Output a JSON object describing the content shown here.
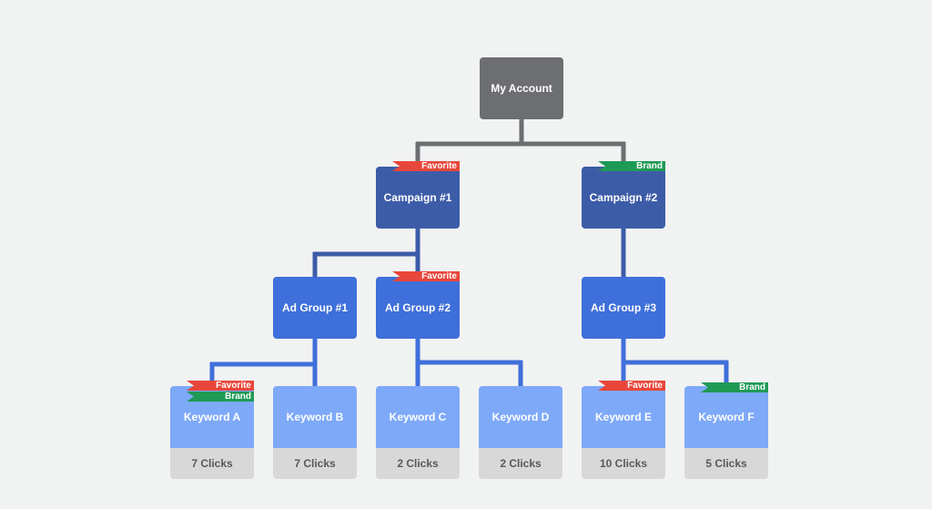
{
  "colors": {
    "background": "#f1f2f2",
    "account": "#6d6e71",
    "campaign": "#3d5ca8",
    "ad_group": "#3f6fda",
    "keyword": "#7ea9f8",
    "clicks_bg": "#d8d8d8",
    "favorite_tag": "#e8463a",
    "brand_tag": "#1e9a55"
  },
  "account": {
    "label": "My Account"
  },
  "campaigns": [
    {
      "label": "Campaign #1",
      "tags": [
        "Favorite"
      ]
    },
    {
      "label": "Campaign #2",
      "tags": [
        "Brand"
      ]
    }
  ],
  "ad_groups": [
    {
      "label": "Ad Group #1",
      "campaign": "Campaign #1",
      "tags": []
    },
    {
      "label": "Ad Group #2",
      "campaign": "Campaign #1",
      "tags": [
        "Favorite"
      ]
    },
    {
      "label": "Ad Group #3",
      "campaign": "Campaign #2",
      "tags": []
    }
  ],
  "keywords": [
    {
      "label": "Keyword A",
      "ad_group": "Ad Group #1",
      "clicks": "7 Clicks",
      "tags": [
        "Favorite",
        "Brand"
      ]
    },
    {
      "label": "Keyword B",
      "ad_group": "Ad Group #1",
      "clicks": "7 Clicks",
      "tags": []
    },
    {
      "label": "Keyword C",
      "ad_group": "Ad Group #2",
      "clicks": "2 Clicks",
      "tags": []
    },
    {
      "label": "Keyword D",
      "ad_group": "Ad Group #2",
      "clicks": "2 Clicks",
      "tags": []
    },
    {
      "label": "Keyword E",
      "ad_group": "Ad Group #3",
      "clicks": "10 Clicks",
      "tags": [
        "Favorite"
      ]
    },
    {
      "label": "Keyword F",
      "ad_group": "Ad Group #3",
      "clicks": "5 Clicks",
      "tags": [
        "Brand"
      ]
    }
  ]
}
